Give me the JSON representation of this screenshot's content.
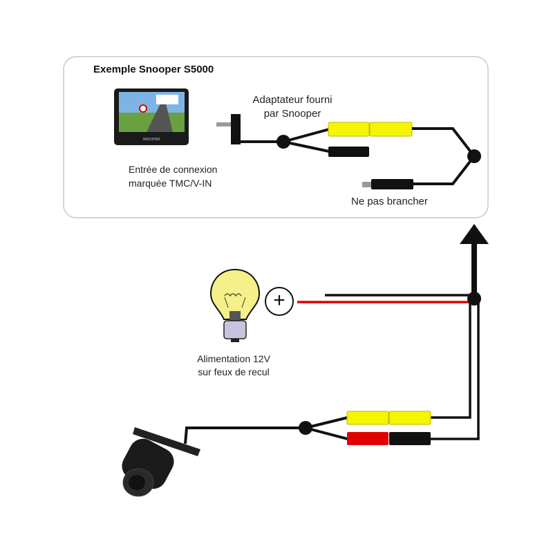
{
  "title": "Exemple Snooper  S5000",
  "labels": {
    "adapter_line1": "Adaptateur fourni",
    "adapter_line2": "par Snooper",
    "input_line1": "Entrée de connexion",
    "input_line2": "marquée TMC/V-IN",
    "do_not_connect": "Ne pas brancher",
    "power_line1": "Alimentation 12V",
    "power_line2": "sur feux de recul",
    "plus_symbol": "+"
  },
  "gps_brand": "SNOOPER",
  "colors": {
    "yellow": "#f5f500",
    "red": "#e00000",
    "black": "#111111",
    "box_border": "#c8c8c8"
  }
}
